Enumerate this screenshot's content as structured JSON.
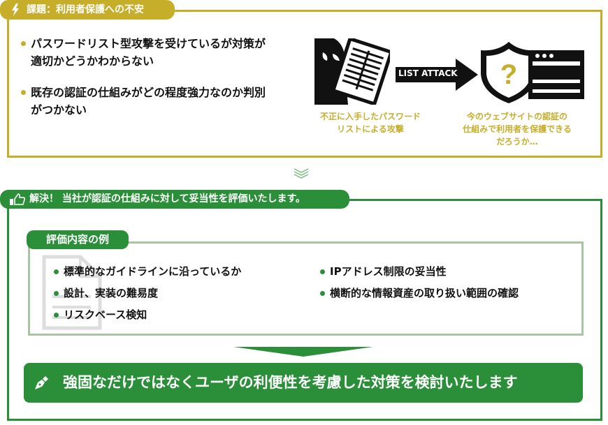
{
  "problem": {
    "title": "課題：利用者保護への不安",
    "bullets": [
      "パスワードリスト型攻撃を受けているが対策が\n適切かどうかわからない",
      "既存の認証の仕組みがどの程度強力なのか判別\nがつかない"
    ],
    "attack_label": "LIST ATTACK",
    "left_caption": "不正に入手したパスワード\nリストによる攻撃",
    "right_caption": "今のウェブサイトの認証の\n仕組みで利用者を保護できる\nだろうか…",
    "question_mark": "?"
  },
  "solution": {
    "title": "解決！ 当社が認証の仕組みに対して妥当性を評価いたします。",
    "examples_title": "評価内容の例",
    "examples_left": [
      "標準的なガイドラインに沿っているか",
      "設計、実装の難易度",
      "リスクベース検知"
    ],
    "examples_right": [
      "IPアドレス制限の妥当性",
      "横断的な情報資産の取り扱い範囲の確認"
    ],
    "banner": "強固なだけではなくユーザの利便性を考慮した対策を検討いたします"
  },
  "colors": {
    "gold": "#c6ad2a",
    "green": "#2b8f3a",
    "light_green": "#a8c4a0"
  }
}
